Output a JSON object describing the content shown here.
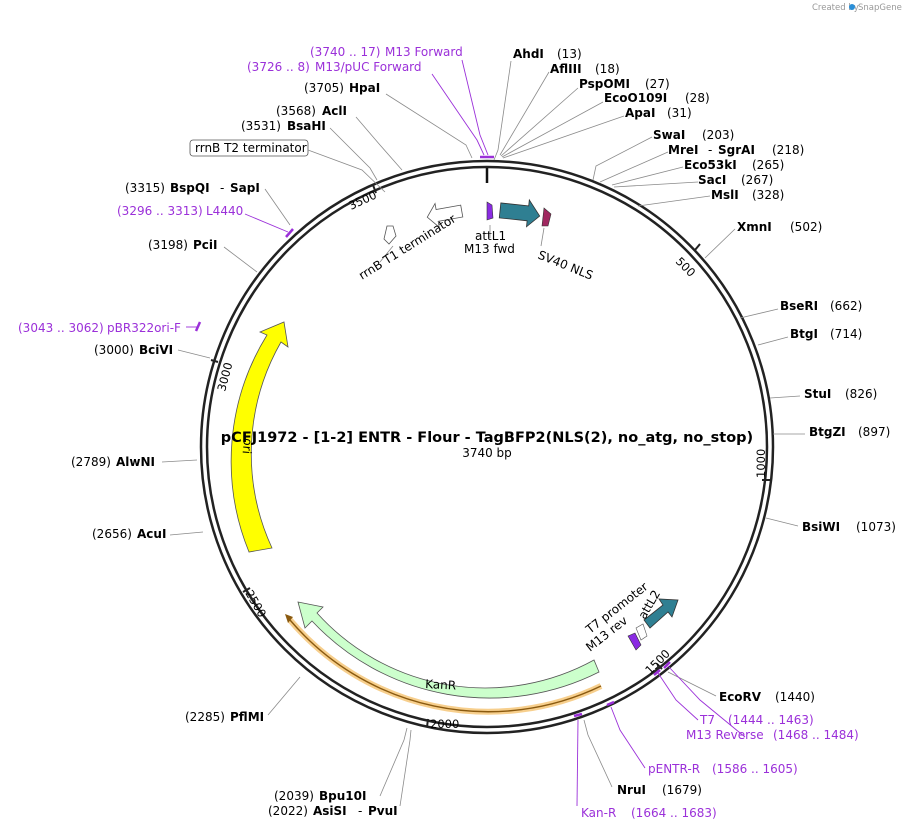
{
  "credit": {
    "created_by": "Created by",
    "brand": "SnapGene"
  },
  "title": "pCFJ1972 - [1-2] ENTR - Flour - TagBFP2(NLS(2), no_atg, no_stop)",
  "size_label": "3740 bp",
  "ruler_ticks": [
    "500",
    "1000",
    "1500",
    "2000",
    "2500",
    "3000",
    "3500"
  ],
  "colors": {
    "primer": "#9b30d9",
    "attl": "#2f7f92",
    "m13": "#8a2be2",
    "sv40": "#a02860",
    "origin": "#ffff00",
    "kanr": "#ccffcc",
    "orange": "#f0a830"
  },
  "sites": [
    {
      "name": "AhdI",
      "pos": "(13)"
    },
    {
      "name": "AflIII",
      "pos": "(18)"
    },
    {
      "name": "PspOMI",
      "pos": "(27)"
    },
    {
      "name": "EcoO109I",
      "pos": "(28)"
    },
    {
      "name": "ApaI",
      "pos": "(31)"
    },
    {
      "name": "SwaI",
      "pos": "(203)"
    },
    {
      "name": "MreI",
      "name2": "SgrAI",
      "pos": "(218)"
    },
    {
      "name": "Eco53kI",
      "pos": "(265)"
    },
    {
      "name": "SacI",
      "pos": "(267)"
    },
    {
      "name": "MslI",
      "pos": "(328)"
    },
    {
      "name": "XmnI",
      "pos": "(502)"
    },
    {
      "name": "BseRI",
      "pos": "(662)"
    },
    {
      "name": "BtgI",
      "pos": "(714)"
    },
    {
      "name": "StuI",
      "pos": "(826)"
    },
    {
      "name": "BtgZI",
      "pos": "(897)"
    },
    {
      "name": "BsiWI",
      "pos": "(1073)"
    },
    {
      "name": "EcoRV",
      "pos": "(1440)"
    },
    {
      "name": "NruI",
      "pos": "(1679)"
    },
    {
      "name": "Bpu10I",
      "pos": "(2039)"
    },
    {
      "name": "AsiSI",
      "name2": "PvuI",
      "pos": "(2022)"
    },
    {
      "name": "PflMI",
      "pos": "(2285)"
    },
    {
      "name": "AcuI",
      "pos": "(2656)"
    },
    {
      "name": "AlwNI",
      "pos": "(2789)"
    },
    {
      "name": "BciVI",
      "pos": "(3000)"
    },
    {
      "name": "PciI",
      "pos": "(3198)"
    },
    {
      "name": "BspQI",
      "name2": "SapI",
      "pos": "(3315)"
    },
    {
      "name": "BsaHI",
      "pos": "(3531)"
    },
    {
      "name": "AclI",
      "pos": "(3568)"
    },
    {
      "name": "HpaI",
      "pos": "(3705)"
    }
  ],
  "primers": [
    {
      "name": "M13 Forward",
      "pos": "(3740 .. 17)"
    },
    {
      "name": "M13/pUC Forward",
      "pos": "(3726 .. 8)"
    },
    {
      "name": "L4440",
      "pos": "(3296 .. 3313)"
    },
    {
      "name": "pBR322ori-F",
      "pos": "(3043 .. 3062)"
    },
    {
      "name": "T7",
      "pos": "(1444 .. 1463)"
    },
    {
      "name": "M13 Reverse",
      "pos": "(1468 .. 1484)"
    },
    {
      "name": "pENTR-R",
      "pos": "(1586 .. 1605)"
    },
    {
      "name": "Kan-R",
      "pos": "(1664 .. 1683)"
    }
  ],
  "features": {
    "rrnb_t2": "rrnB T2 terminator",
    "rrnb_t1": "rrnB T1 terminator",
    "m13_fwd": "M13 fwd",
    "attl1": "attL1",
    "sv40": "SV40 NLS",
    "t7": "T7 promoter",
    "m13_rev": "M13 rev",
    "attl2": "attL2",
    "kanr": "KanR",
    "ori": "ori"
  }
}
